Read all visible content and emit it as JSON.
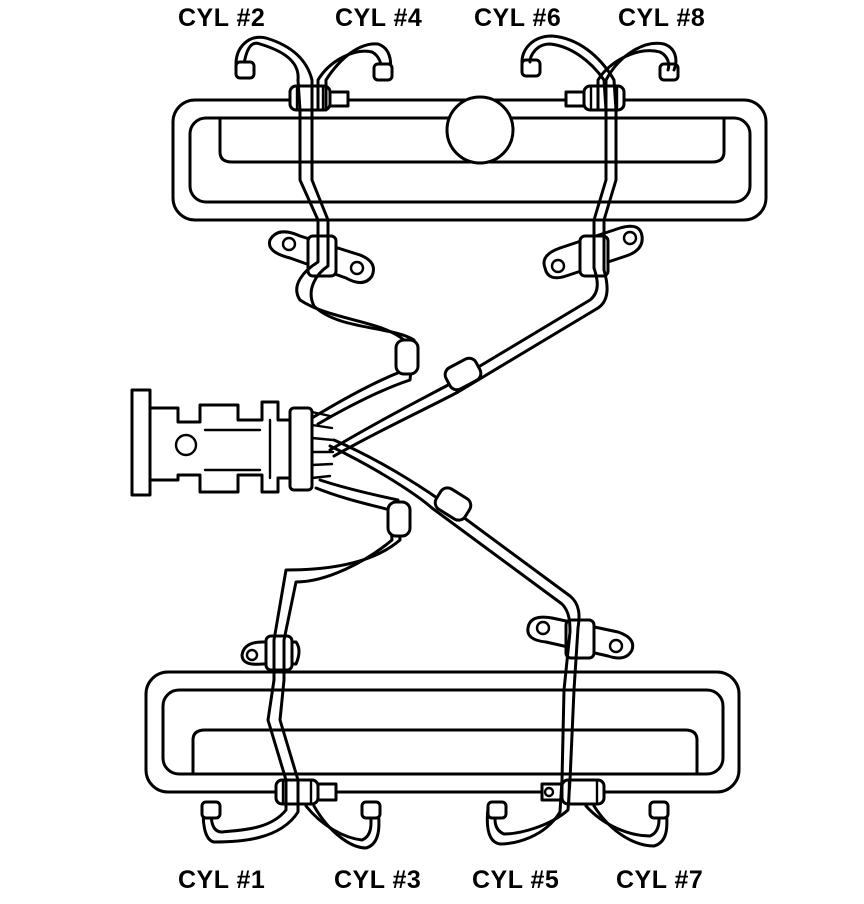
{
  "labels": {
    "top": [
      "CYL #2",
      "CYL #4",
      "CYL #6",
      "CYL #8"
    ],
    "bottom": [
      "CYL #1",
      "CYL #3",
      "CYL #5",
      "CYL #7"
    ]
  },
  "colors": {
    "line": "#000000",
    "background": "#ffffff"
  }
}
